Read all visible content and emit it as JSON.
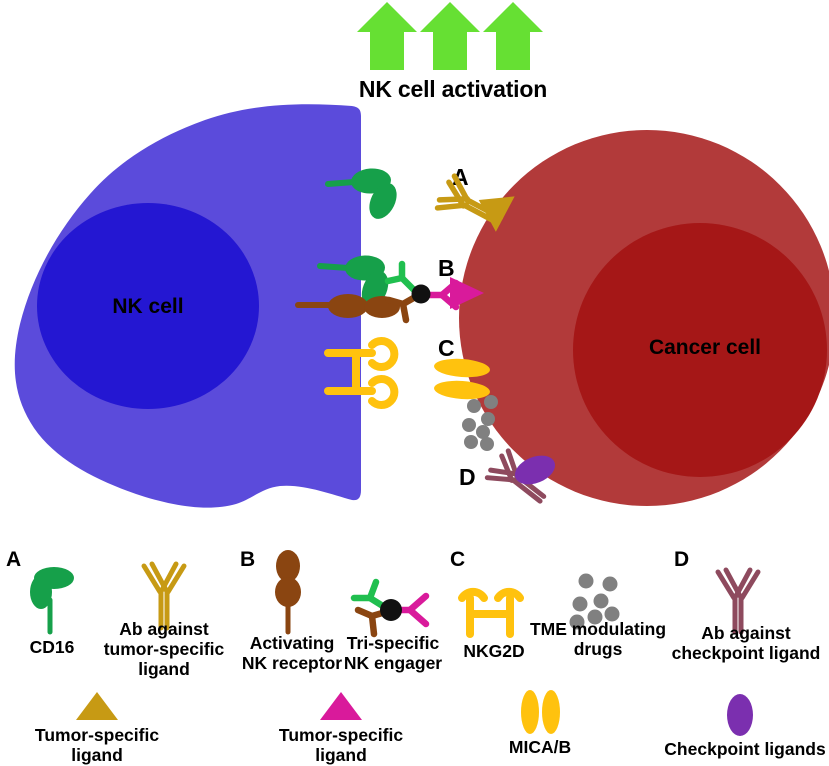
{
  "figure": {
    "title_top": "NK cell activation",
    "cells": {
      "nk": {
        "label": "NK cell",
        "body_color": "#5B4BDB",
        "nucleus_color": "#2417D2"
      },
      "cancer": {
        "label": "Cancer cell",
        "body_color": "#B23A3A",
        "nucleus_color": "#A51717"
      }
    },
    "arrows": {
      "count": 3,
      "color": "#66E033",
      "direction": "up"
    },
    "markers": [
      {
        "id": "A",
        "label": "A"
      },
      {
        "id": "B",
        "label": "B"
      },
      {
        "id": "C",
        "label": "C"
      },
      {
        "id": "D",
        "label": "D"
      }
    ]
  },
  "colors": {
    "cd16_green": "#16A04A",
    "antibody_gold": "#C79A14",
    "ligand_gold": "#C79A14",
    "receptor_brown": "#8A4511",
    "engager_magenta": "#D91A9B",
    "engager_green": "#20BF4F",
    "engager_core": "#111111",
    "nkg2d_yellow": "#FFC20E",
    "mica_yellow": "#FFC20E",
    "tme_gray": "#808080",
    "checkpoint_purple": "#7B2FAF",
    "antibody_mauve": "#8E4A5E",
    "arrow_green": "#66E033"
  },
  "legend": {
    "sections": [
      {
        "id": "A",
        "label": "A",
        "items": [
          {
            "name": "cd16",
            "icon": "cd16-receptor-icon",
            "text": "CD16"
          },
          {
            "name": "ab-tumor-ligand",
            "icon": "antibody-gold-icon",
            "text": "Ab against\ntumor-specific ligand"
          },
          {
            "name": "tumor-ligand-gold",
            "icon": "triangle-gold-icon",
            "text": "Tumor-specific\nligand"
          }
        ]
      },
      {
        "id": "B",
        "label": "B",
        "items": [
          {
            "name": "activating-nk-receptor",
            "icon": "activating-receptor-icon",
            "text": "Activating\nNK receptor"
          },
          {
            "name": "tri-specific-engager",
            "icon": "tri-specific-engager-icon",
            "text": "Tri-specific\nNK engager"
          },
          {
            "name": "tumor-ligand-magenta",
            "icon": "triangle-magenta-icon",
            "text": "Tumor-specific\nligand"
          }
        ]
      },
      {
        "id": "C",
        "label": "C",
        "items": [
          {
            "name": "nkg2d",
            "icon": "nkg2d-receptor-icon",
            "text": "NKG2D"
          },
          {
            "name": "tme-drugs",
            "icon": "tme-drugs-icon",
            "text": "TME\nmodulating drugs"
          },
          {
            "name": "mica-b",
            "icon": "mica-b-icon",
            "text": "MICA/B"
          }
        ]
      },
      {
        "id": "D",
        "label": "D",
        "items": [
          {
            "name": "ab-checkpoint-ligand",
            "icon": "antibody-mauve-icon",
            "text": "Ab against\ncheckpoint ligand"
          },
          {
            "name": "checkpoint-ligands",
            "icon": "checkpoint-ligand-icon",
            "text": "Checkpoint ligands"
          }
        ]
      }
    ]
  }
}
